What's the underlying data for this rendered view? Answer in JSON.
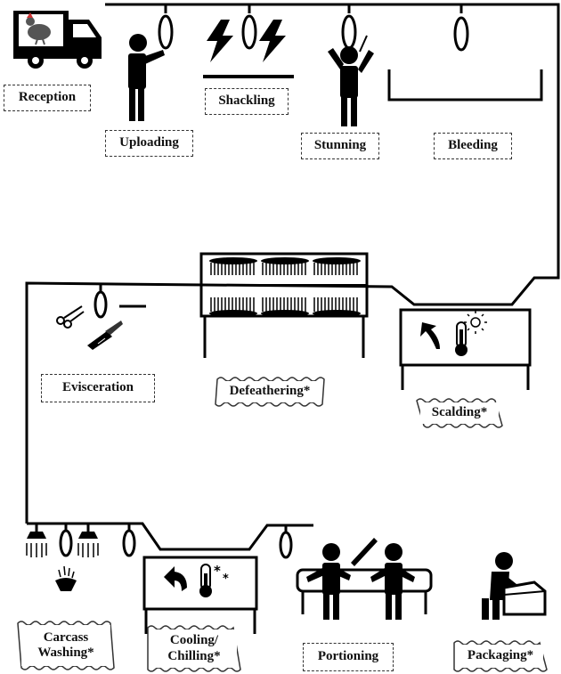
{
  "steps": {
    "reception": "Reception",
    "uploading": "Uploading",
    "shackling": "Shackling",
    "stunning": "Stunning",
    "bleeding": "Bleeding",
    "evisceration": "Evisceration",
    "defeathering": "Defeathering*",
    "scalding": "Scalding*",
    "carcass_washing_line1": "Carcass",
    "carcass_washing_line2": "Washing*",
    "cooling_line1": "Cooling/",
    "cooling_line2": "Chilling*",
    "portioning": "Portioning",
    "packaging": "Packaging*"
  },
  "icons": {
    "truck": "truck-icon",
    "hen": "hen-icon",
    "worker": "person-icon",
    "lightning": "lightning-bolt-icon",
    "shackle": "shackle-icon",
    "thermometer": "thermometer-icon",
    "scissors": "scissors-icon",
    "knife": "knife-icon",
    "shower": "shower-head-icon",
    "box": "box-icon"
  },
  "colors": {
    "ink": "#000000",
    "label_border": "#333333",
    "background": "#ffffff"
  }
}
